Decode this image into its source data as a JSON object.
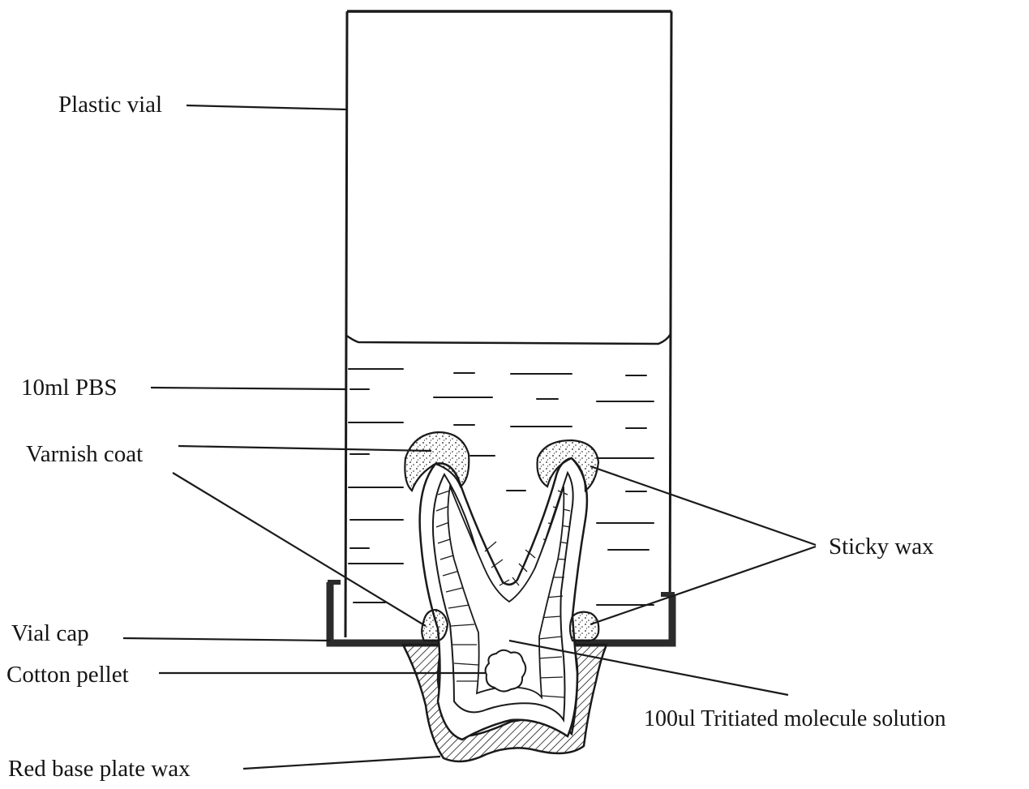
{
  "labels": {
    "plastic_vial": "Plastic vial",
    "pbs": "10ml PBS",
    "varnish_coat": "Varnish coat",
    "sticky_wax": "Sticky wax",
    "vial_cap": "Vial cap",
    "cotton_pellet": "Cotton pellet",
    "tritiated_solution": "100ul Tritiated molecule solution",
    "red_base_plate_wax": "Red base plate wax"
  },
  "colors": {
    "ink": "#1a1a1a",
    "background": "#ffffff",
    "cap": "#2b2b2b"
  }
}
